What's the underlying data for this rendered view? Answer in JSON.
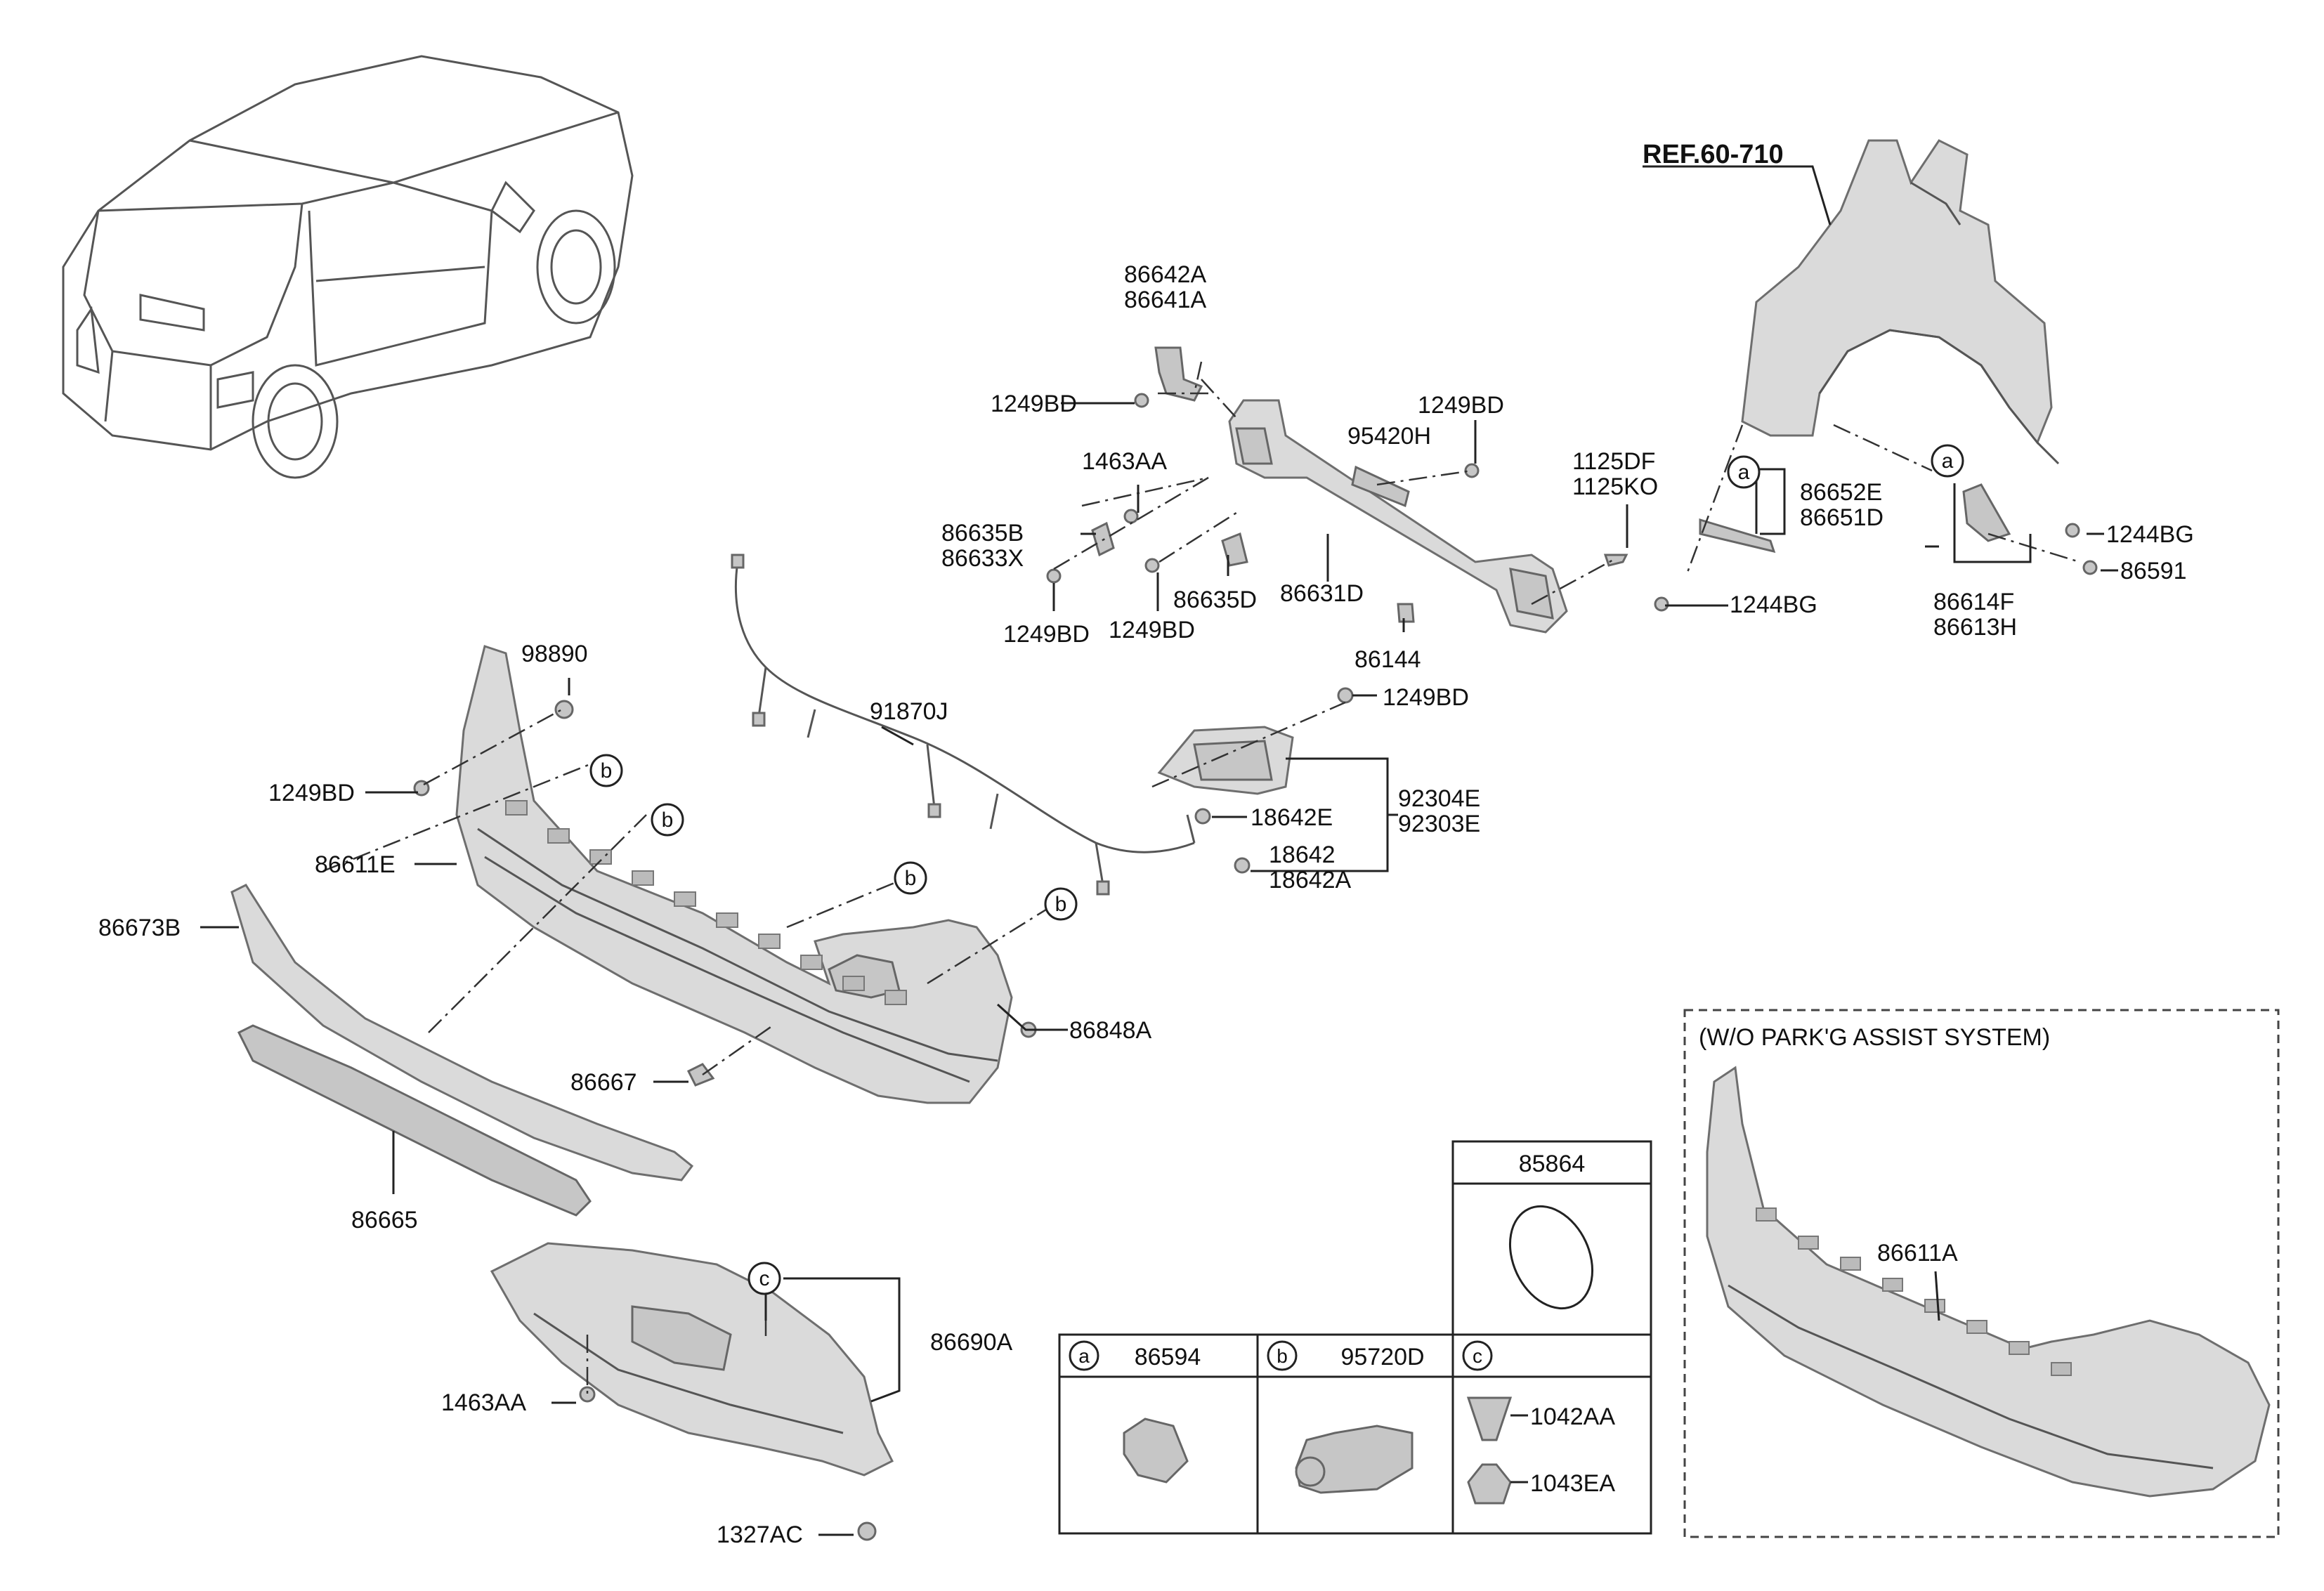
{
  "ref_label": "REF.60-710",
  "variant_label": "(W/O PARK'G ASSIST SYSTEM)",
  "parts": {
    "p86642A": "86642A",
    "p86641A": "86641A",
    "p1249BD_a": "1249BD",
    "p1249BD_b": "1249BD",
    "p1249BD_c": "1249BD",
    "p1249BD_d": "1249BD",
    "p1249BD_e": "1249BD",
    "p1249BD_f": "1249BD",
    "p95420H": "95420H",
    "p1463AA_a": "1463AA",
    "p1463AA_b": "1463AA",
    "p86635B": "86635B",
    "p86633X": "86633X",
    "p86635D": "86635D",
    "p86631D": "86631D",
    "p86144": "86144",
    "p1125DF": "1125DF",
    "p1125KO": "1125KO",
    "p86652E": "86652E",
    "p86651D": "86651D",
    "p1244BG_a": "1244BG",
    "p1244BG_b": "1244BG",
    "p86591": "86591",
    "p86614F": "86614F",
    "p86613H": "86613H",
    "p98890": "98890",
    "p91870J": "91870J",
    "p86611E": "86611E",
    "p86673B": "86673B",
    "p92304E": "92304E",
    "p92303E": "92303E",
    "p18642E": "18642E",
    "p18642": "18642",
    "p18642A": "18642A",
    "p86848A": "86848A",
    "p86667": "86667",
    "p86665": "86665",
    "p86690A": "86690A",
    "p1327AC": "1327AC",
    "p86611A": "86611A"
  },
  "callouts": {
    "a": "a",
    "b": "b",
    "c": "c"
  },
  "legend": {
    "a_code": "86594",
    "b_code": "95720D",
    "top_code": "85864",
    "c_item1": "1042AA",
    "c_item2": "1043EA"
  }
}
